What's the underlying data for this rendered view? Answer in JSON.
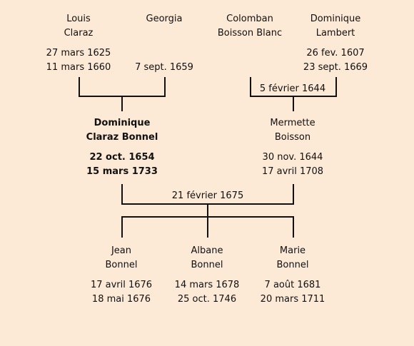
{
  "grandparents": [
    {
      "first": "Louis",
      "last": "Claraz",
      "birth": "27 mars 1625",
      "death": "11 mars 1660"
    },
    {
      "first": "Georgia",
      "last": "",
      "birth": "",
      "death": "7 sept. 1659"
    },
    {
      "first": "Colomban",
      "last": "Boisson Blanc",
      "birth": "",
      "death": ""
    },
    {
      "first": "Dominique",
      "last": "Lambert",
      "birth": "26 fev. 1607",
      "death": "23 sept. 1669"
    }
  ],
  "parents": [
    {
      "first": "Dominique",
      "last": "Claraz Bonnel",
      "birth": "22 oct. 1654",
      "death": "15 mars 1733",
      "highlighted": true
    },
    {
      "first": "Mermette",
      "last": "Boisson",
      "birth": "30 nov. 1644",
      "death": "17 avril 1708"
    }
  ],
  "marriages": {
    "grandparents_right": "5 février 1644",
    "parents": "21 février 1675"
  },
  "children": [
    {
      "first": "Jean",
      "last": "Bonnel",
      "birth": "17 avril 1676",
      "death": "18 mai 1676"
    },
    {
      "first": "Albane",
      "last": "Bonnel",
      "birth": "14 mars 1678",
      "death": "25 oct. 1746"
    },
    {
      "first": "Marie",
      "last": "Bonnel",
      "birth": "7 août 1681",
      "death": "20 mars 1711"
    }
  ]
}
